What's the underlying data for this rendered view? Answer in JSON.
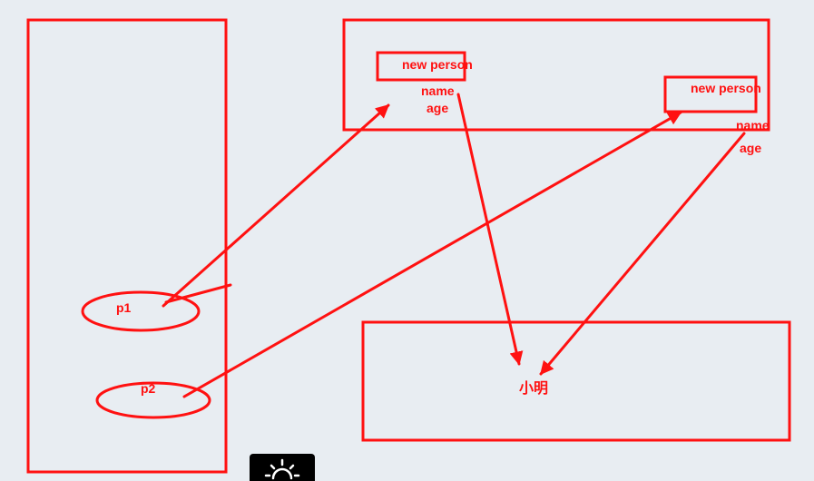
{
  "diagram": {
    "stroke_color": "#ff1111",
    "background_color": "#e8edf2",
    "labels": {
      "heap_obj1_title": "new person",
      "heap_obj1_field_name": "name",
      "heap_obj1_field_age": "age",
      "heap_obj2_title": "new person",
      "heap_obj2_field_name": "name",
      "heap_obj2_field_age": "age",
      "ref_p1": "p1",
      "ref_p2": "p2",
      "string_value": "小明"
    }
  },
  "toolbar": {
    "icon": "brightness-icon"
  }
}
